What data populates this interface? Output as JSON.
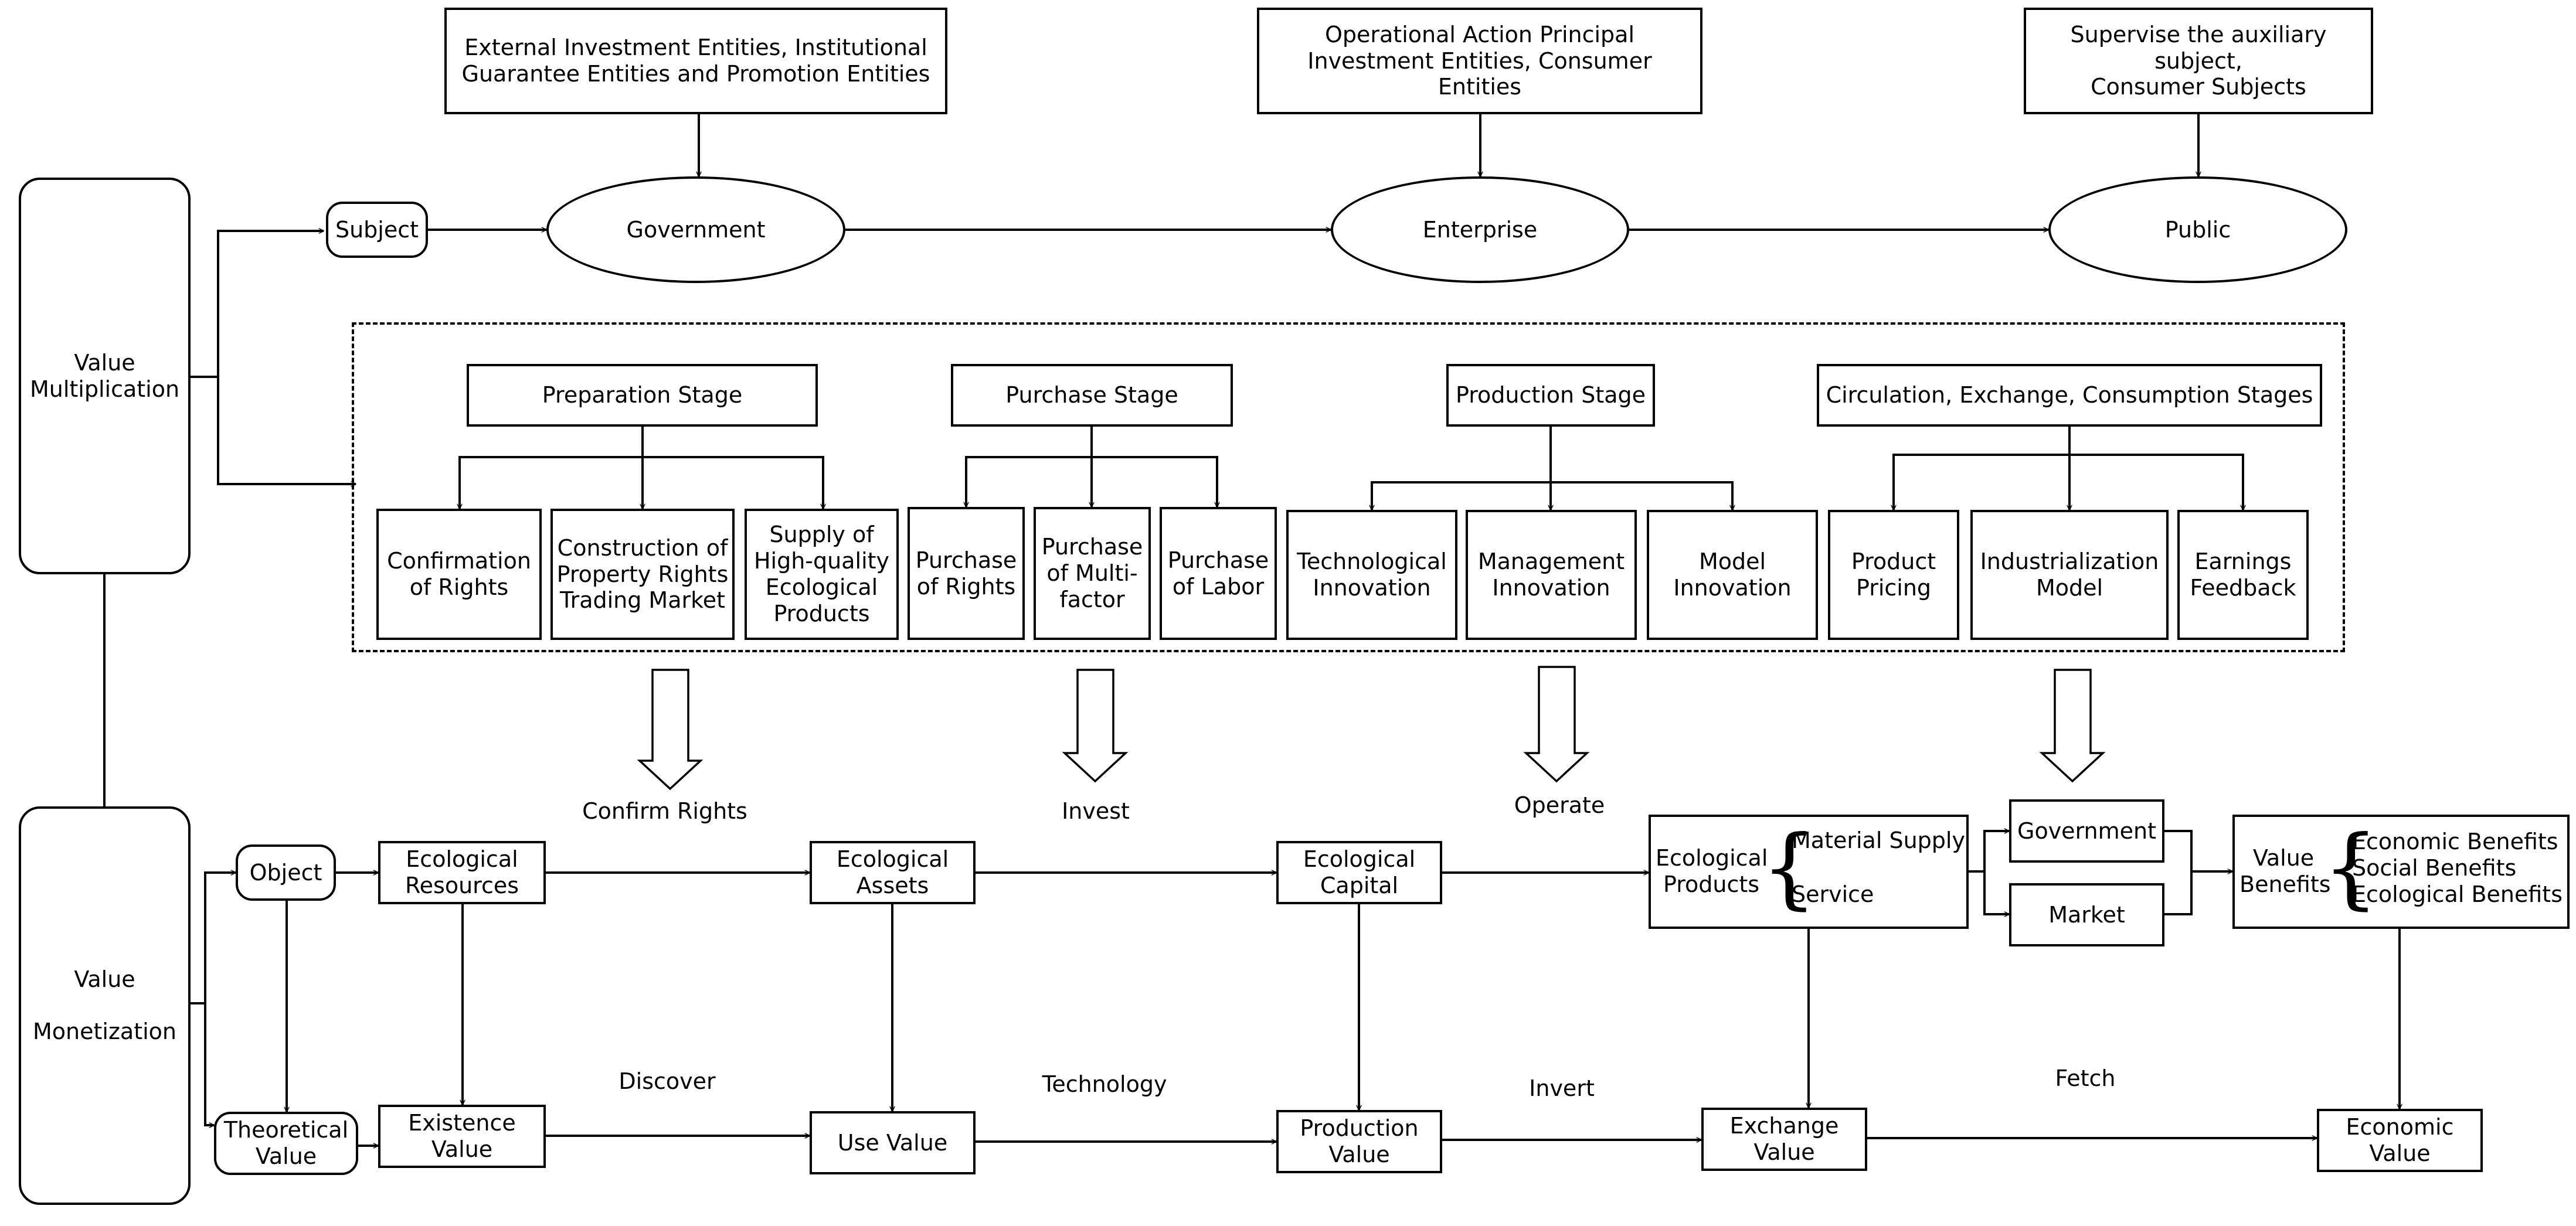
{
  "multiplication": {
    "title": "Value\nMultiplication",
    "subject": "Subject",
    "actors": {
      "government": "Government",
      "enterprise": "Enterprise",
      "public": "Public"
    },
    "roles": {
      "government": "External Investment Entities, Institutional\nGuarantee Entities and Promotion Entities",
      "enterprise": "Operational Action Principal\nInvestment Entities, Consumer Entities",
      "public": "Supervise the auxiliary subject,\nConsumer Subjects"
    },
    "stages": {
      "preparation": {
        "label": "Preparation Stage",
        "items": [
          "Confirmation\nof Rights",
          "Construction of\nProperty Rights\nTrading Market",
          "Supply of\nHigh-quality\nEcological\nProducts"
        ]
      },
      "purchase": {
        "label": "Purchase Stage",
        "items": [
          "Purchase\nof Rights",
          "Purchase\nof Multi-\nfactor",
          "Purchase\nof Labor"
        ]
      },
      "production": {
        "label": "Production Stage",
        "items": [
          "Technological\nInnovation",
          "Management\nInnovation",
          "Model\nInnovation"
        ]
      },
      "circulation": {
        "label": "Circulation, Exchange, Consumption Stages",
        "items": [
          "Product\nPricing",
          "Industrialization\nModel",
          "Earnings\nFeedback"
        ]
      }
    }
  },
  "transitions": {
    "confirm": "Confirm Rights",
    "invest": "Invest",
    "operate": "Operate"
  },
  "monetization": {
    "title": "Value\n\nMonetization",
    "object": "Object",
    "theoretical": "Theoretical\nValue",
    "top_row": {
      "resources": "Ecological\nResources",
      "assets": "Ecological\nAssets",
      "capital": "Ecological\nCapital",
      "products": "Ecological\nProducts",
      "material": "Material Supply",
      "service": "Service",
      "government": "Government",
      "market": "Market",
      "benefits": "Value\nBenefits",
      "benefit_items": "Economic Benefits\nSocial Benefits\nEcological Benefits"
    },
    "bottom_row": {
      "existence": "Existence\nValue",
      "use": "Use Value",
      "production": "Production\nValue",
      "exchange": "Exchange\nValue",
      "economic": "Economic\nValue"
    },
    "verbs": {
      "discover": "Discover",
      "technology": "Technology",
      "invert": "Invert",
      "fetch": "Fetch"
    }
  }
}
